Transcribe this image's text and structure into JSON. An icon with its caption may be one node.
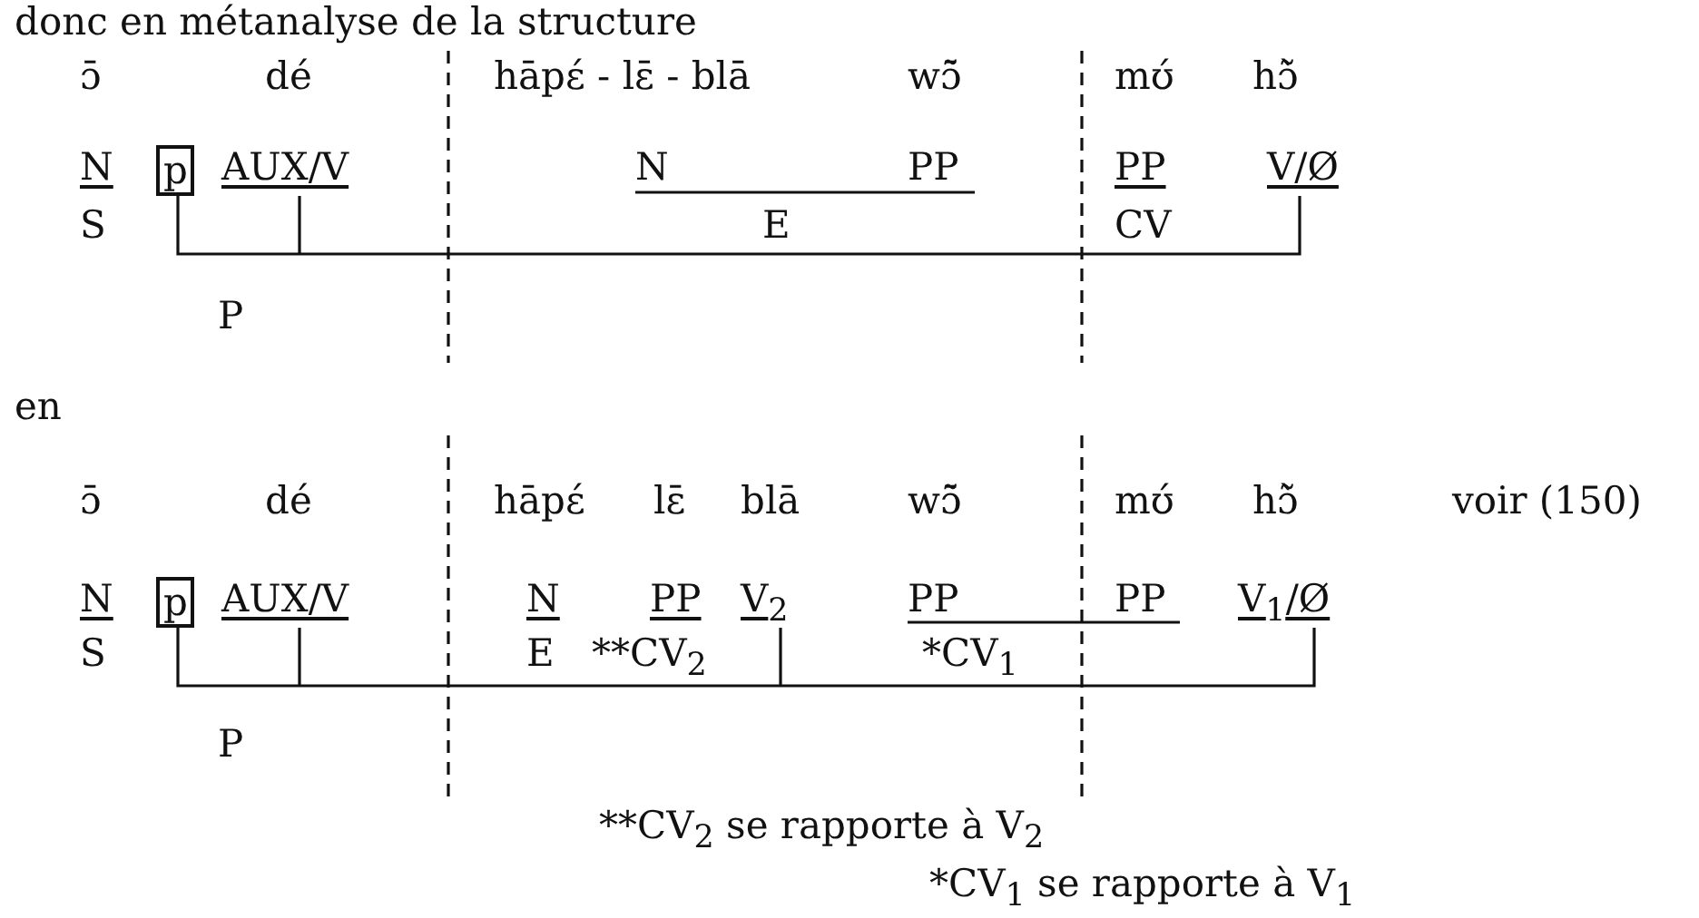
{
  "diagram": {
    "title": "donc en métanalyse de la structure",
    "nodes": [
      {
        "text": [
          "p"
        ]
      },
      {
        "text": [
          "p"
        ]
      }
    ],
    "labels": [
      "ɔ̄",
      "dé",
      "hāpɛ́ - lɛ̄ - blā",
      "wɔ̃̄",
      "mʊ́",
      "hɔ̃̀",
      "N",
      "AUX/V",
      "N",
      "PP",
      "PP",
      "V/Ø",
      "S",
      "E",
      "CV",
      "P",
      "en",
      "ɔ̄",
      "dé",
      "hāpɛ́",
      "lɛ̄",
      "blā",
      "wɔ̃̄",
      "mʊ́",
      "hɔ̃̀",
      "voir (150)",
      "N",
      "AUX/V",
      "N",
      "PP",
      "V$_{2}$",
      "PP",
      "PP",
      "V$_{1}$/Ø",
      "S",
      "E",
      "**CV$_{2}$",
      "*CV$_{1}$",
      "P",
      "**CV$_{2}$ se rapporte à V$_{2}$",
      "*CV$_{1}$ se rapporte à V$_{1}$"
    ]
  }
}
